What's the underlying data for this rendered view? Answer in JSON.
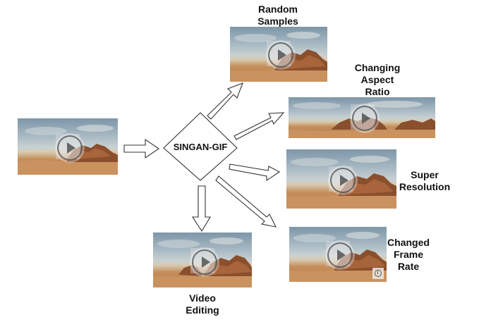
{
  "center_node": "SINGAN-GIF",
  "outputs": {
    "random_samples": "Random\nSamples",
    "changing_aspect_ratio": "Changing\nAspect\nRatio",
    "super_resolution": "Super\nResolution",
    "changed_frame_rate": "Changed\nFrame\nRate",
    "video_editing": "Video\nEditing"
  },
  "icons": {
    "play": "play-icon",
    "clock": "clock-icon"
  },
  "colors": {
    "stroke": "#333333",
    "sky": "#a6b7c2",
    "sand": "#c58f5c"
  }
}
